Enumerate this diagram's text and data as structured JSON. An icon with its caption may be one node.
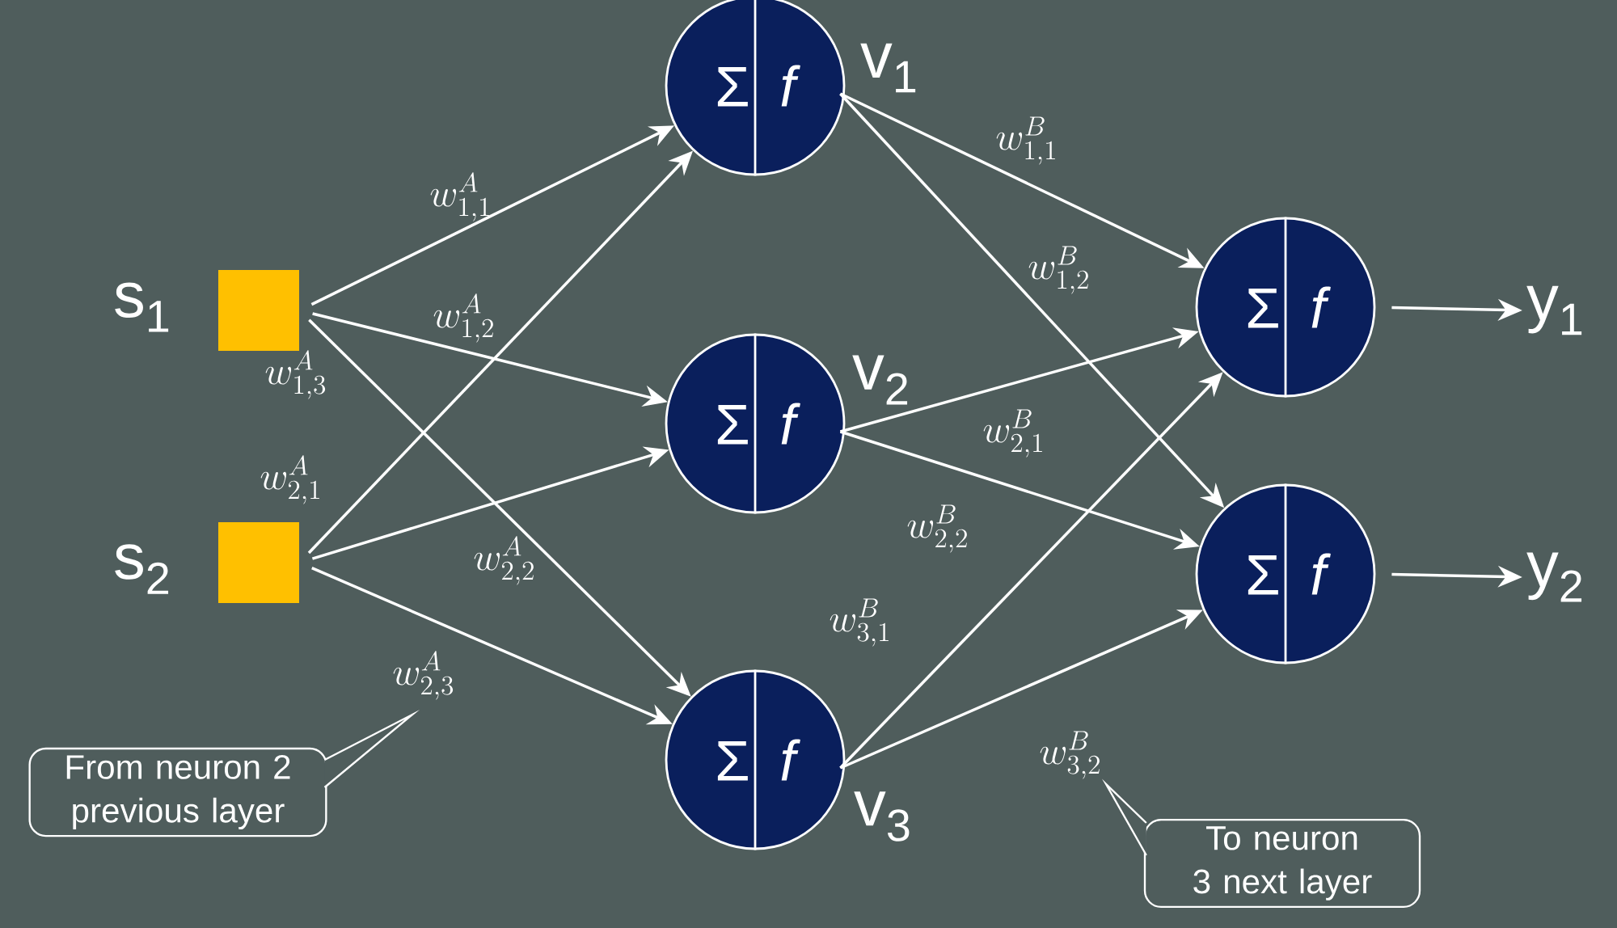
{
  "diagram": {
    "nodes": [
      {
        "text": [],
        "shape": "box",
        "beside": [
          "s$_{1}$"
        ]
      },
      {
        "text": [],
        "shape": "box",
        "beside": [
          "s$_{2}$"
        ]
      },
      {
        "text": [
          "Σ",
          "f"
        ],
        "beside": [
          "v$_{1}$"
        ]
      },
      {
        "text": [
          "Σ",
          "f"
        ],
        "beside": [
          "v$_{2}$"
        ]
      },
      {
        "text": [
          "Σ",
          "f"
        ],
        "beside": [
          "v$_{3}$"
        ]
      },
      {
        "text": [
          "Σ",
          "f"
        ]
      },
      {
        "text": [
          "Σ",
          "f"
        ]
      },
      {
        "text": [
          "y$_{1}$"
        ]
      },
      {
        "text": [
          "y$_{2}$"
        ]
      },
      {
        "text": [
          "From neuron 2 previous layer"
        ]
      },
      {
        "text": [
          "To neuron 3 next layer"
        ]
      }
    ],
    "edges": [
      {
        "from": 0,
        "to": 2,
        "arrow": "to",
        "label": "w_{1,1}^{A}"
      },
      {
        "from": 0,
        "to": 3,
        "arrow": "to",
        "label": "w_{1,2}^{A}"
      },
      {
        "from": 0,
        "to": 4,
        "arrow": "to",
        "label": "w_{1,3}^{A}"
      },
      {
        "from": 1,
        "to": 2,
        "arrow": "to",
        "label": "w_{2,1}^{A}"
      },
      {
        "from": 1,
        "to": 3,
        "arrow": "to",
        "label": "w_{2,2}^{A}"
      },
      {
        "from": 1,
        "to": 4,
        "arrow": "to",
        "label": "w_{2,3}^{A}"
      },
      {
        "from": 2,
        "to": 5,
        "arrow": "to",
        "label": "w_{1,1}^{B}"
      },
      {
        "from": 2,
        "to": 6,
        "arrow": "to",
        "label": "w_{1,2}^{B}"
      },
      {
        "from": 3,
        "to": 5,
        "arrow": "to",
        "label": "w_{2,1}^{B}"
      },
      {
        "from": 3,
        "to": 6,
        "arrow": "to",
        "label": "w_{2,2}^{B}"
      },
      {
        "from": 4,
        "to": 5,
        "arrow": "to",
        "label": "w_{3,1}^{B}"
      },
      {
        "from": 4,
        "to": 6,
        "arrow": "to",
        "label": "w_{3,2}^{B}"
      },
      {
        "from": 5,
        "to": 7,
        "arrow": "to"
      },
      {
        "from": 6,
        "to": 8,
        "arrow": "to"
      },
      {
        "from": 9,
        "to": null,
        "arrow": "to"
      },
      {
        "from": 10,
        "to": null,
        "arrow": "to"
      }
    ]
  }
}
